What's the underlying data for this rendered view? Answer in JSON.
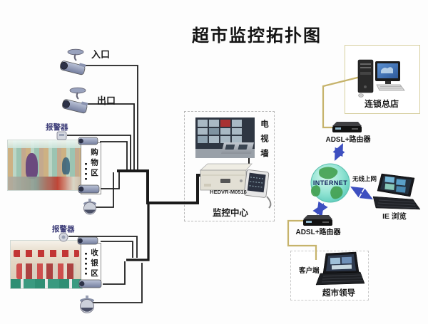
{
  "title": "超市监控拓扑图",
  "colors": {
    "wire_black": "#1f1f1f",
    "cable_yellow": "#c6b36b",
    "arrow_blue": "#3d4fc0",
    "globe_teal": "#8fe3d2",
    "globe_land_green": "#43a04f",
    "alarm_label_blue": "#3c3c78"
  },
  "entrance_camera": {
    "label": "入口"
  },
  "exit_camera": {
    "label": "出口"
  },
  "shopping_zone": {
    "alarm_label": "报警器",
    "zone_label": "购物区"
  },
  "checkout_zone": {
    "alarm_label": "报警器",
    "zone_label": "收银区"
  },
  "monitoring_center": {
    "tv_wall_label": "电视墙",
    "dvr_model": "HEDVR-M0516",
    "label": "监控中心"
  },
  "internet": {
    "label": "INTERNET"
  },
  "headquarters": {
    "label": "连锁总店"
  },
  "adsl_router_top": {
    "label": "ADSL+路由器"
  },
  "adsl_router_bottom": {
    "label": "ADSL+路由器"
  },
  "wireless": {
    "label": "无线上网"
  },
  "ie_browse": {
    "label": "IE 浏览"
  },
  "client": {
    "label": "客户端"
  },
  "supermarket_leader": {
    "label": "超市领导"
  }
}
